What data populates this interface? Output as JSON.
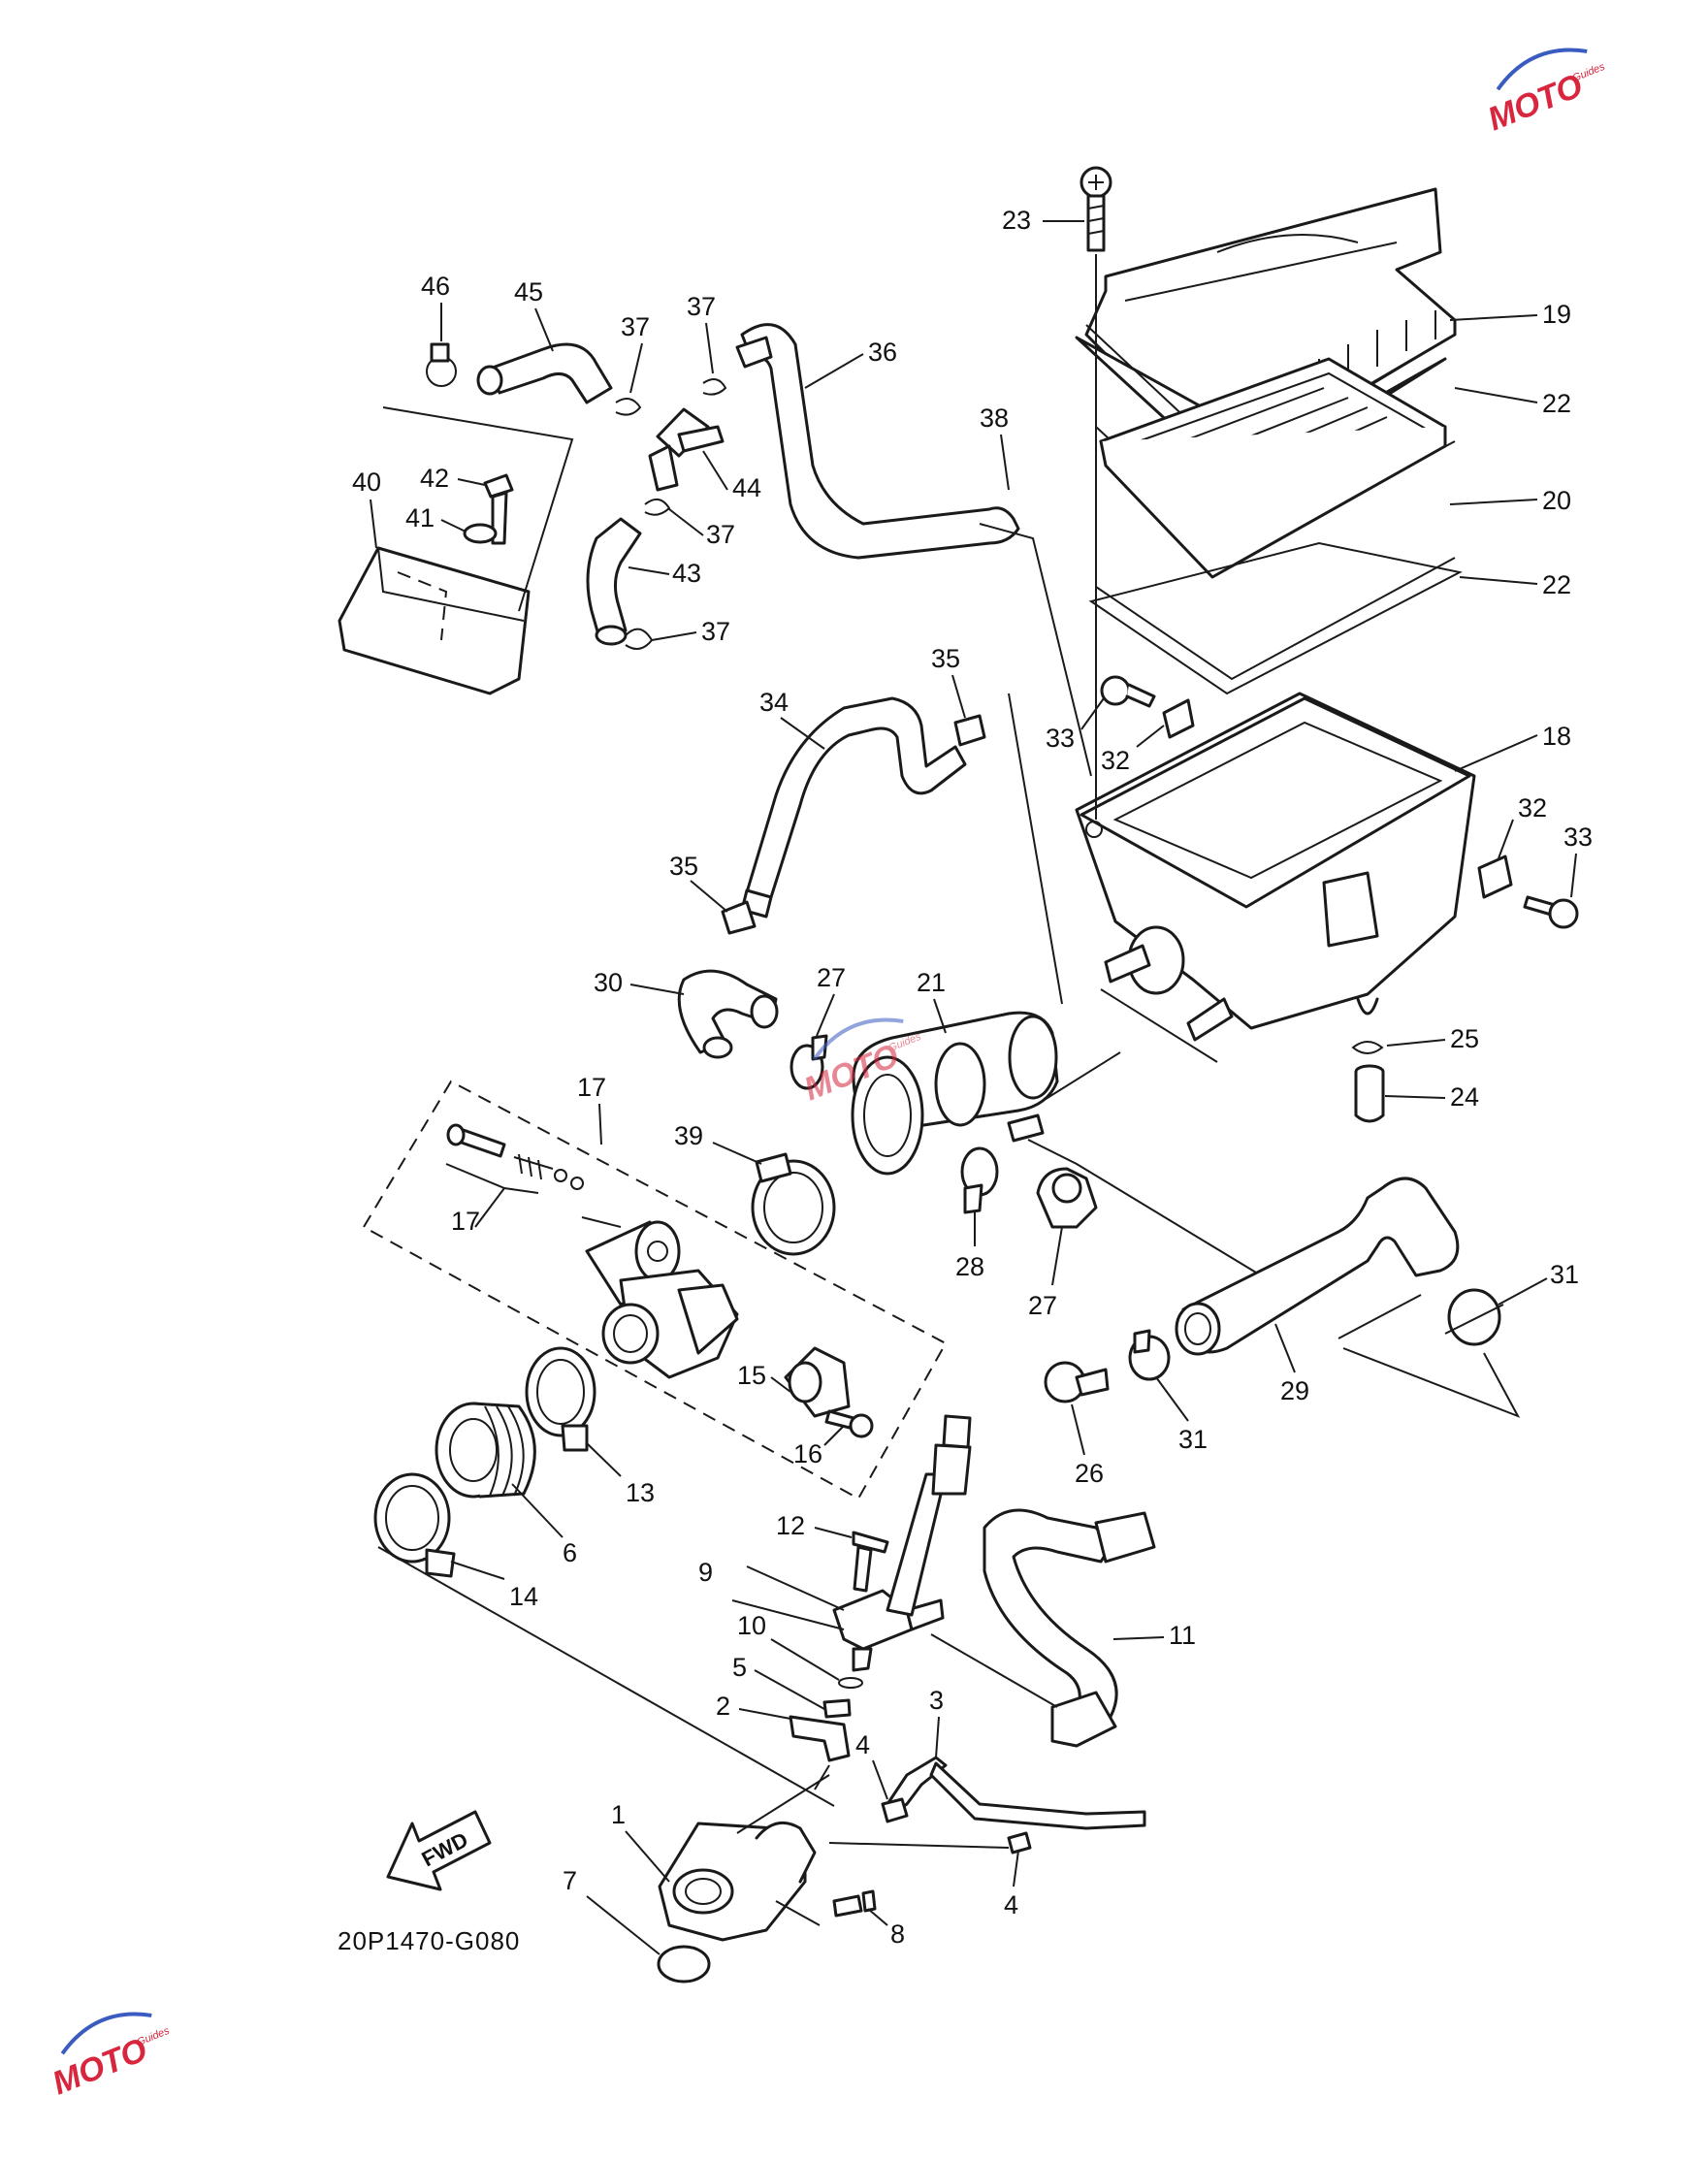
{
  "diagram_code": "20P1470-G080",
  "direction_label": "FWD",
  "watermark": {
    "brand": "MOTO",
    "sub": "Guides",
    "color": "#d7263d",
    "accent": "#3a5bbf"
  },
  "callouts": [
    "1",
    "2",
    "3",
    "4",
    "4",
    "5",
    "6",
    "7",
    "8",
    "9",
    "10",
    "11",
    "12",
    "13",
    "14",
    "15",
    "16",
    "17",
    "17",
    "18",
    "19",
    "20",
    "21",
    "22",
    "22",
    "23",
    "24",
    "25",
    "26",
    "27",
    "27",
    "28",
    "29",
    "30",
    "31",
    "31",
    "32",
    "32",
    "33",
    "33",
    "34",
    "35",
    "35",
    "36",
    "37",
    "37",
    "37",
    "37",
    "38",
    "39",
    "40",
    "41",
    "42",
    "43",
    "44",
    "45",
    "46"
  ]
}
